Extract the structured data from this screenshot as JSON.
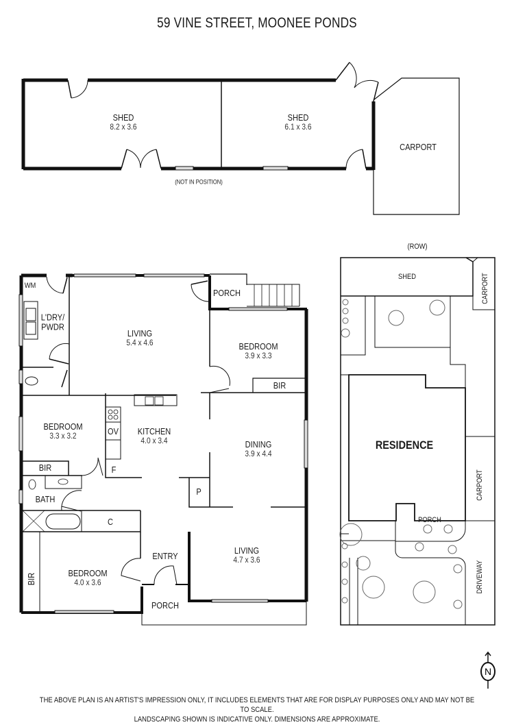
{
  "title": "59 VINE STREET, MOONEE PONDS",
  "outbuildings": {
    "shed_1": {
      "name": "SHED",
      "dims": "8.2 x 3.6"
    },
    "shed_2": {
      "name": "SHED",
      "dims": "6.1 x 3.6"
    },
    "carport": {
      "name": "CARPORT"
    },
    "note": "(NOT IN POSITION)"
  },
  "house": {
    "wm": "WM",
    "laundry": {
      "name": "L'DRY/",
      "name2": "PWDR"
    },
    "living_1": {
      "name": "LIVING",
      "dims": "5.4 x 4.6"
    },
    "porch_rear": {
      "name": "PORCH"
    },
    "bedroom_1": {
      "name": "BEDROOM",
      "dims": "3.9 x 3.3"
    },
    "bir_1": "BIR",
    "bedroom_2": {
      "name": "BEDROOM",
      "dims": "3.3 x 3.2"
    },
    "bir_2": "BIR",
    "kitchen": {
      "name": "KITCHEN",
      "dims": "4.0 x 3.4"
    },
    "oven": "OV",
    "fridge": "F",
    "dining": {
      "name": "DINING",
      "dims": "3.9 x 4.4"
    },
    "pantry": "P",
    "bath": "BATH",
    "cupboard": "C",
    "living_2": {
      "name": "LIVING",
      "dims": "4.7 x 3.6"
    },
    "entry": "ENTRY",
    "bedroom_3": {
      "name": "BEDROOM",
      "dims": "4.0 x 3.6"
    },
    "bir_3": "BIR",
    "porch_front": {
      "name": "PORCH"
    }
  },
  "site_plan": {
    "row": "(ROW)",
    "shed": "SHED",
    "carport_top": "CARPORT",
    "residence": "RESIDENCE",
    "carport_side": "CARPORT",
    "porch": "PORCH",
    "driveway": "DRIVEWAY"
  },
  "compass": {
    "label": "N"
  },
  "disclaimer": {
    "line1": "THE ABOVE PLAN IS AN ARTIST'S IMPRESSION ONLY, IT INCLUDES ELEMENTS THAT ARE FOR DISPLAY PURPOSES ONLY AND MAY NOT BE TO SCALE.",
    "line2": "LANDSCAPING SHOWN IS INDICATIVE ONLY. DIMENSIONS ARE APPROXIMATE."
  }
}
